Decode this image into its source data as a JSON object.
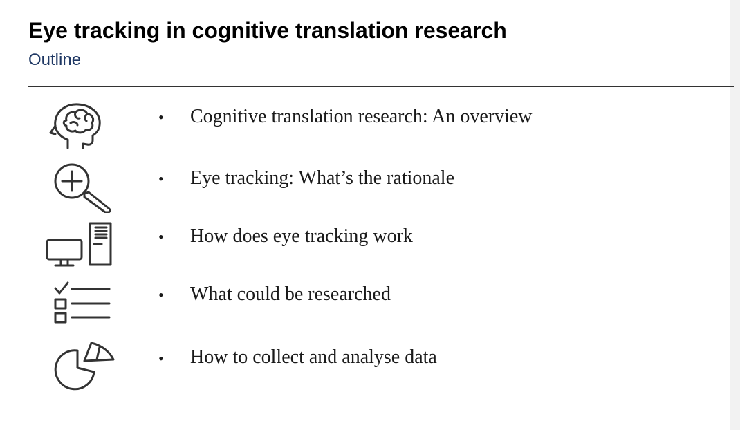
{
  "slide": {
    "title": "Eye tracking in cognitive translation research",
    "subtitle": "Outline",
    "bullet_glyph": "•",
    "colors": {
      "subtitle": "#1f3864",
      "text": "#1a1a1a",
      "icon_stroke": "#333333"
    },
    "items": [
      {
        "icon": "head-brain-icon",
        "text": "Cognitive translation research: An overview"
      },
      {
        "icon": "magnifier-plus-icon",
        "text": "Eye tracking: What’s the rationale"
      },
      {
        "icon": "computer-tower-icon",
        "text": "How does eye tracking work"
      },
      {
        "icon": "checklist-icon",
        "text": "What could be researched"
      },
      {
        "icon": "pie-chart-icon",
        "text": "How to collect and analyse data"
      }
    ]
  }
}
